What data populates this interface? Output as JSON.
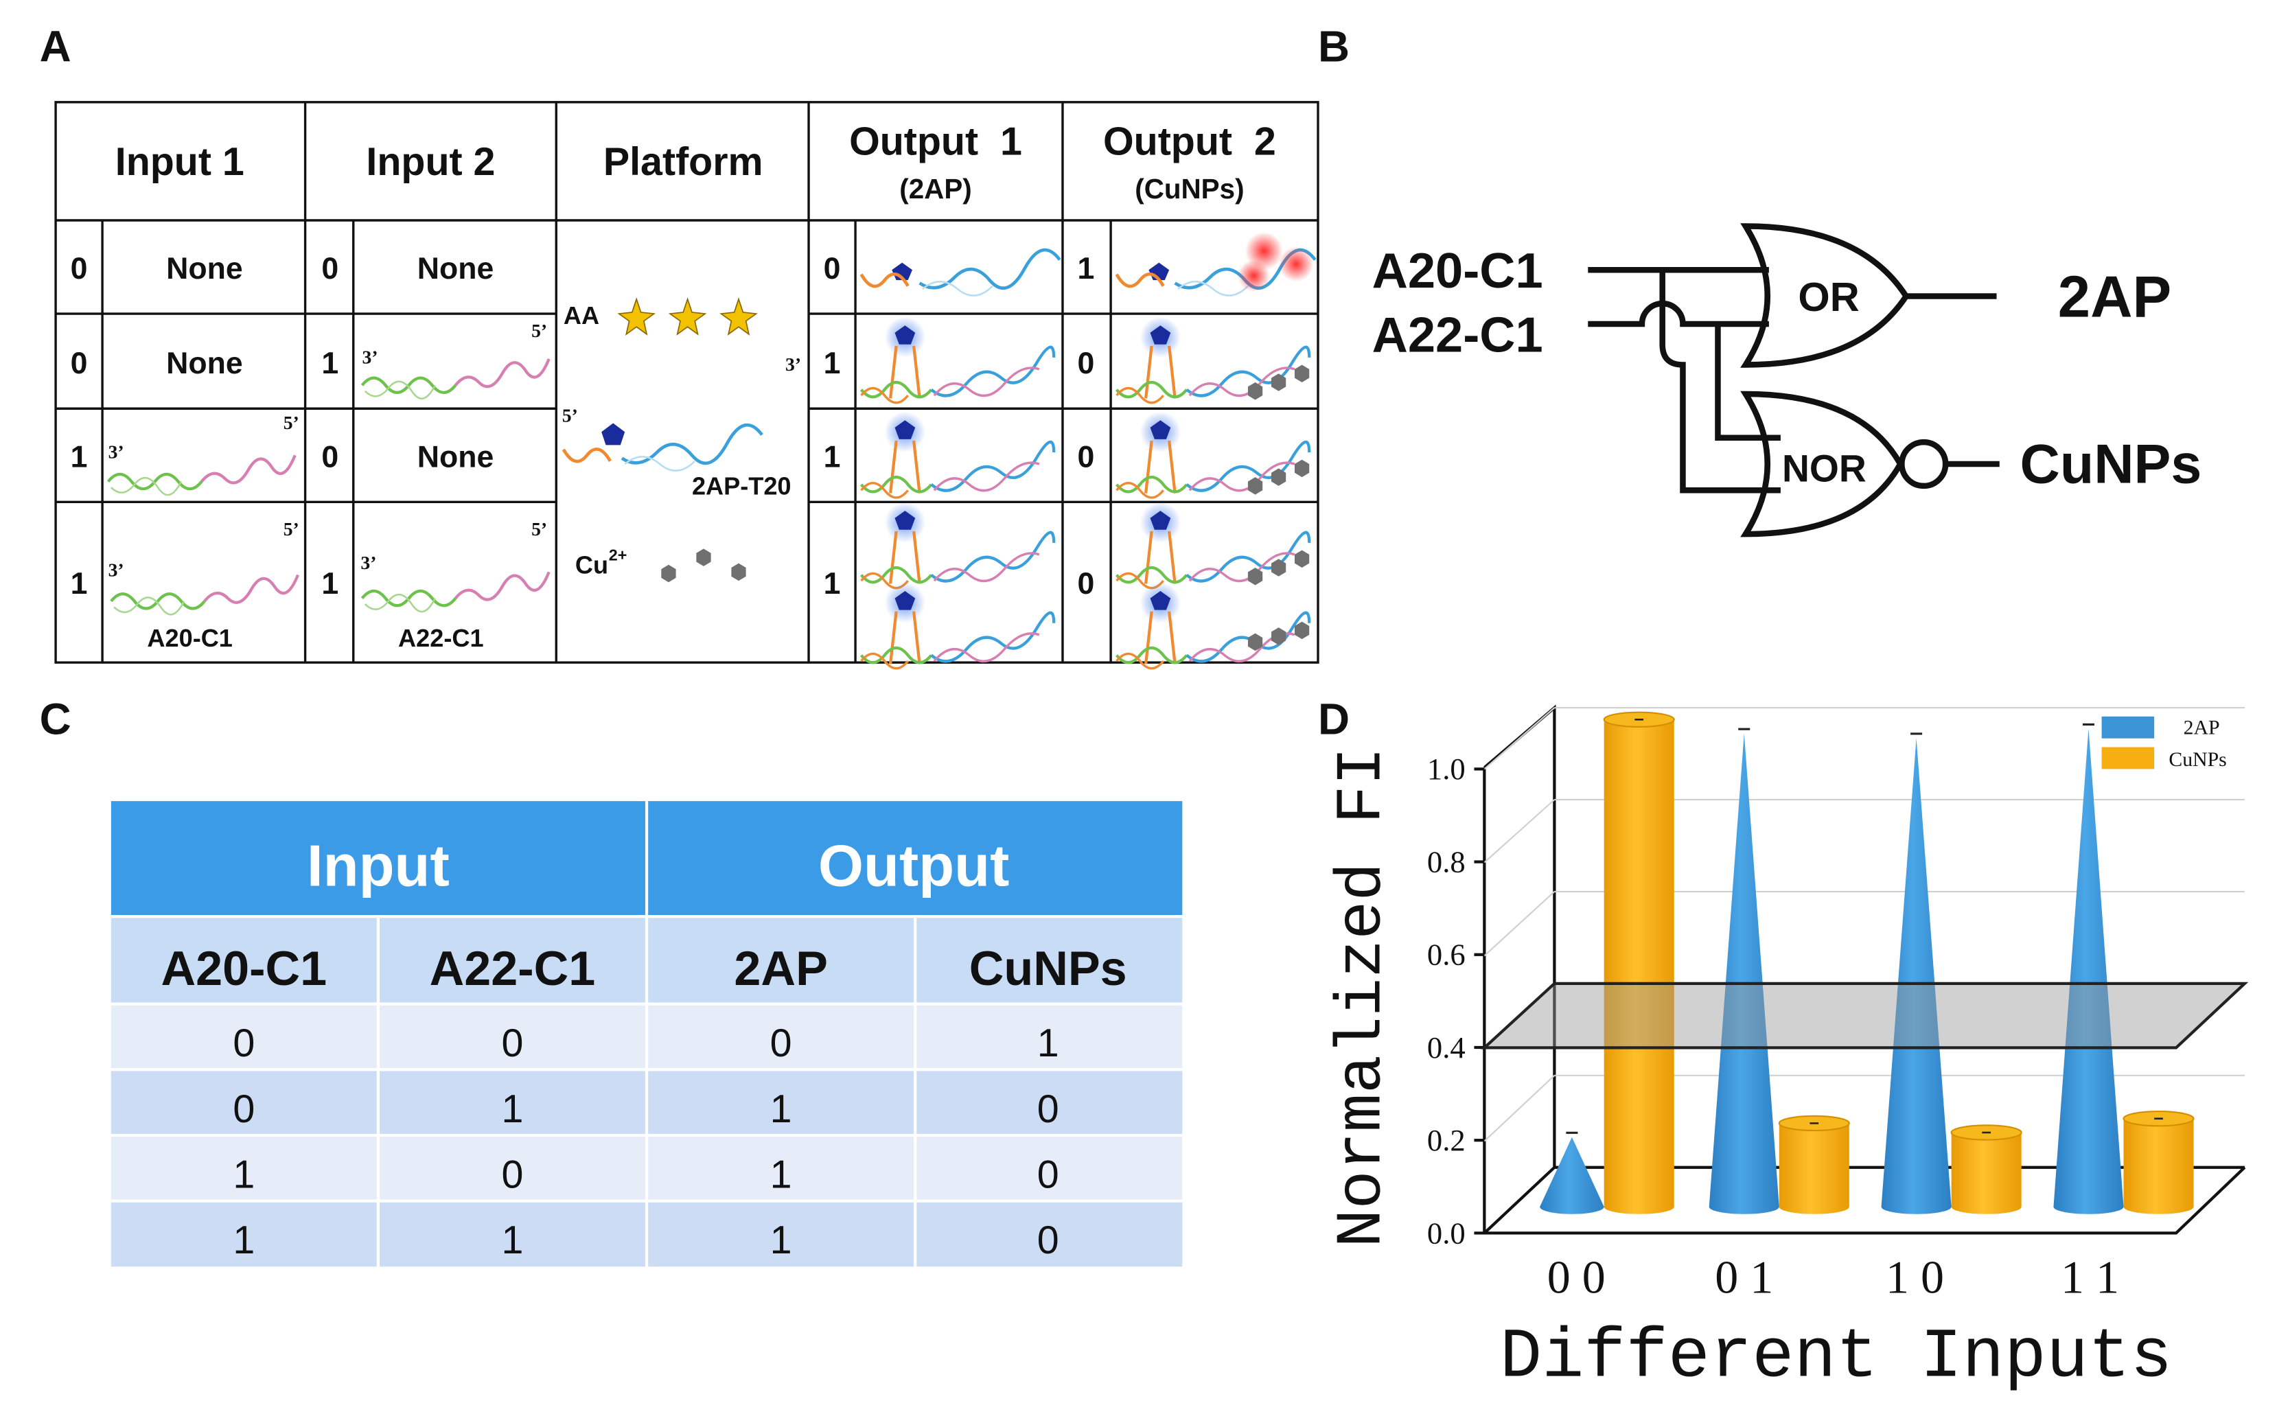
{
  "panels": {
    "a": "A",
    "b": "B",
    "c": "C",
    "d": "D"
  },
  "panel_a": {
    "headers": [
      "Input 1",
      "Input 2",
      "Platform",
      "Output  1",
      "Output  2"
    ],
    "subheaders": [
      "(2AP)",
      "(CuNPs)"
    ],
    "rows": [
      {
        "in1": "0",
        "in1_label": "None",
        "in2": "0",
        "in2_label": "None",
        "out1": "0",
        "out2": "1"
      },
      {
        "in1": "0",
        "in1_label": "None",
        "in2": "1",
        "in2_label": "",
        "out1": "1",
        "out2": "0"
      },
      {
        "in1": "1",
        "in1_label": "",
        "in2": "0",
        "in2_label": "None",
        "out1": "1",
        "out2": "0"
      },
      {
        "in1": "1",
        "in1_label": "A20-C1",
        "in2": "1",
        "in2_label": "A22-C1",
        "out1": "1",
        "out2": "0"
      }
    ],
    "platform": {
      "aa": "AA",
      "probe": "2AP-T20",
      "cu": "Cu",
      "cu_sup": "2+",
      "end5": "5’",
      "end3": "3’"
    }
  },
  "panel_b": {
    "input1": "A20-C1",
    "input2": "A22-C1",
    "gate1": "OR",
    "gate2": "NOR",
    "output1": "2AP",
    "output2": "CuNPs"
  },
  "panel_c": {
    "group_headers": [
      "Input",
      "Output"
    ],
    "col_headers": [
      "A20-C1",
      "A22-C1",
      "2AP",
      "CuNPs"
    ],
    "rows": [
      [
        "0",
        "0",
        "0",
        "1"
      ],
      [
        "0",
        "1",
        "1",
        "0"
      ],
      [
        "1",
        "0",
        "1",
        "0"
      ],
      [
        "1",
        "1",
        "1",
        "0"
      ]
    ],
    "colors": {
      "header": "#3b9be6",
      "subheader": "#c8dcf5",
      "row_light": "#e6edf9",
      "row_dark": "#ccdcf4"
    }
  },
  "chart_data": {
    "type": "bar",
    "categories": [
      "0 0",
      "0 1",
      "1 0",
      "1 1"
    ],
    "series": [
      {
        "name": "2AP",
        "shape": "cone",
        "color": "#3b94d6",
        "values": [
          0.15,
          1.02,
          1.01,
          1.03
        ]
      },
      {
        "name": "CuNPs",
        "shape": "cylinder",
        "color": "#f5ad0f",
        "values": [
          1.05,
          0.18,
          0.16,
          0.19
        ]
      }
    ],
    "xlabel": "Different Inputs",
    "ylabel": "Normalized FI",
    "yticks": [
      "0.0",
      "0.2",
      "0.4",
      "0.6",
      "0.8",
      "1.0"
    ],
    "ylim": [
      0,
      1.0
    ],
    "threshold_plane": 0.4,
    "legend": "top-right"
  }
}
